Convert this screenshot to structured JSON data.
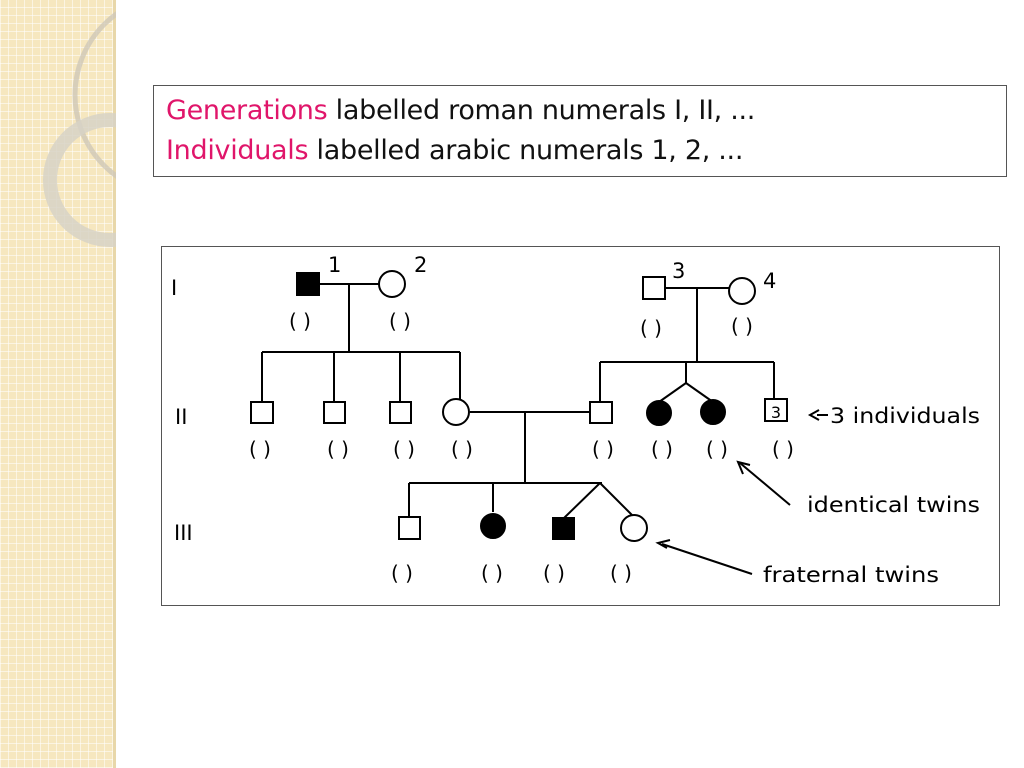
{
  "title": {
    "line1_highlight": "Generations",
    "line1_rest": " labelled roman numerals I, II, ...",
    "line2_highlight": "Individuals",
    "line2_rest": " labelled arabic numerals 1, 2, ...",
    "highlight_color": "#e0156a"
  },
  "pedigree": {
    "generations": [
      "I",
      "II",
      "III"
    ],
    "individual_numbers": [
      "1",
      "2",
      "3",
      "4"
    ],
    "paren_label": "(   )",
    "grouped_count": "3",
    "annotations": {
      "three_individuals": "3 individuals",
      "identical_twins": "identical twins",
      "fraternal_twins": "fraternal twins"
    }
  }
}
